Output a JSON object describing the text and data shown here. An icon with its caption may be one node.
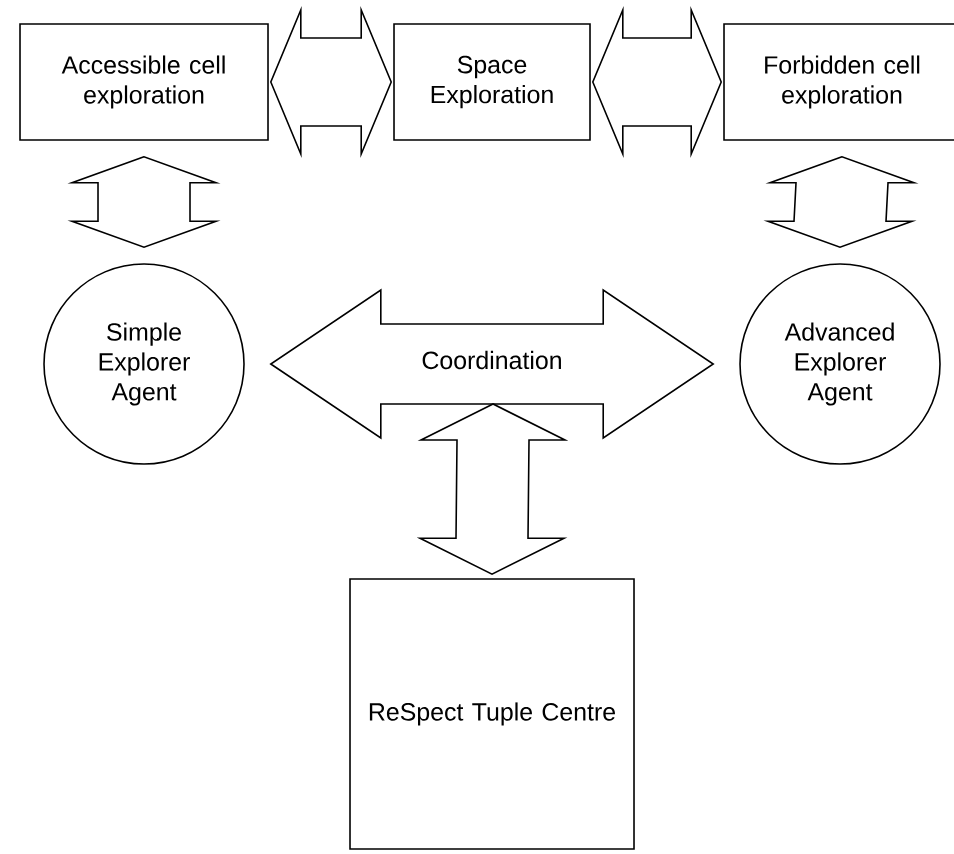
{
  "diagram": {
    "nodes": [
      {
        "text": [
          "Accessible cell exploration"
        ]
      },
      {
        "text": [
          "Space Exploration"
        ]
      },
      {
        "text": [
          "Forbidden cell exploration"
        ]
      },
      {
        "text": [
          "Simple Explorer Agent"
        ]
      },
      {
        "text": [
          "Advanced Explorer Agent"
        ]
      },
      {
        "text": [
          "ReSpect Tuple Centre"
        ]
      }
    ],
    "edges": [
      {
        "from": 0,
        "to": 1,
        "arrow": "both"
      },
      {
        "from": 1,
        "to": 2,
        "arrow": "both"
      },
      {
        "from": 0,
        "to": 3,
        "arrow": "both"
      },
      {
        "from": 2,
        "to": 4,
        "arrow": "both"
      },
      {
        "from": 3,
        "to": 4,
        "arrow": "both",
        "label": "Coordination"
      },
      {
        "from": null,
        "to": 5,
        "arrow": "both"
      }
    ]
  }
}
